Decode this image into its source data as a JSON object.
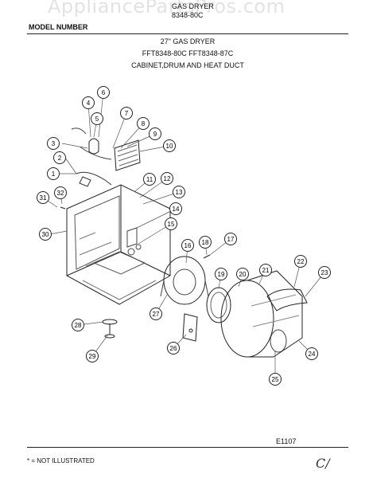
{
  "watermark": "AppliancePartsPros.com",
  "header": {
    "product_line_1": "GAS DRYER",
    "product_line_2": "8348-80C",
    "model_label": "MODEL NUMBER",
    "title": "27\" GAS DRYER",
    "models": "FFT8348-80C  FFT8348-87C",
    "section": "CABINET,DRUM AND HEAT DUCT"
  },
  "callouts": [
    "1",
    "2",
    "3",
    "4",
    "5",
    "6",
    "7",
    "8",
    "9",
    "10",
    "11",
    "12",
    "13",
    "14",
    "15",
    "16",
    "17",
    "18",
    "19",
    "20",
    "21",
    "22",
    "23",
    "24",
    "25",
    "26",
    "27",
    "28",
    "29",
    "30",
    "31",
    "32"
  ],
  "diagram_code": "E1107",
  "footnote": "* = NOT ILLUSTRATED",
  "handwritten_mark": "C/"
}
